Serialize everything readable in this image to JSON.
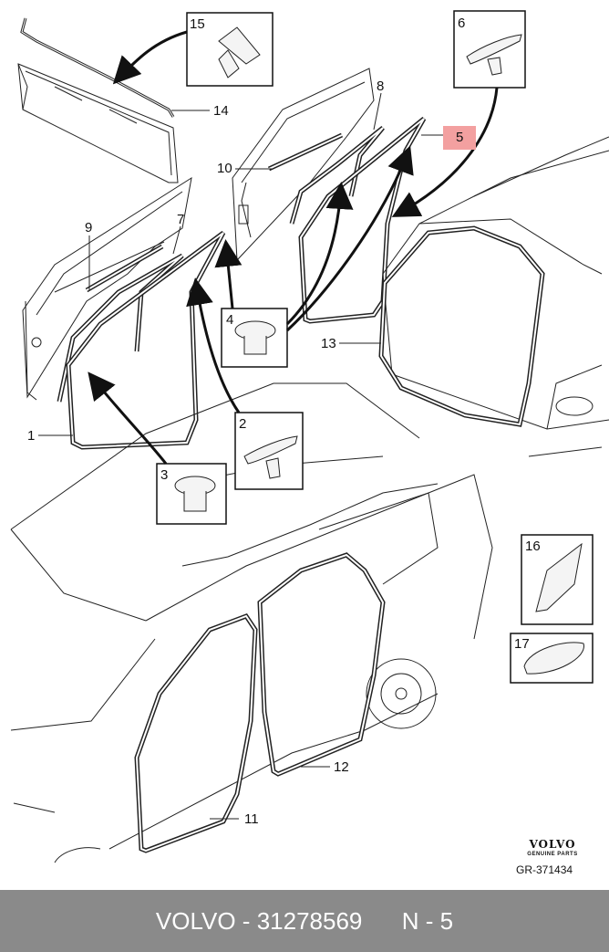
{
  "diagram": {
    "labels": {
      "n1": "1",
      "n2": "2",
      "n3": "3",
      "n4": "4",
      "n5": "5",
      "n6": "6",
      "n7": "7",
      "n8": "8",
      "n9": "9",
      "n10": "10",
      "n11": "11",
      "n12": "12",
      "n13": "13",
      "n14": "14",
      "n15": "15",
      "n16": "16",
      "n17": "17"
    },
    "highlight_color": "#f3a0a0"
  },
  "brand": {
    "name": "VOLVO",
    "subtitle": "GENUINE PARTS",
    "ref": "GR-371434"
  },
  "footer": {
    "part": "VOLVO - 31278569",
    "position": "N - 5",
    "background": "#8a8a8a"
  }
}
